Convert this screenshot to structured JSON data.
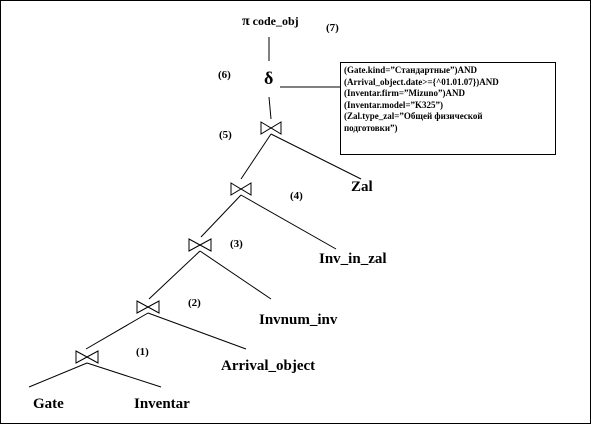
{
  "projection": {
    "symbol": "π",
    "attribute": "code_obj",
    "step": "(7)"
  },
  "selection": {
    "symbol": "δ",
    "step": "(6)",
    "conditions": [
      "(Gate.kind=”Стандартные”)AND",
      "(Arrival_object.date>={^01.01.07})AND",
      "(Inventar.firm=”Mizuno”)AND",
      "(Inventar.model=”K325”)",
      "(Zal.type_zal=”Общей физической",
      "подготовки”)"
    ]
  },
  "joins": [
    {
      "step": "(5)",
      "right": "Zal"
    },
    {
      "step": "(4)",
      "right": "Inv_in_zal"
    },
    {
      "step": "(3)",
      "right": "Invnum_inv"
    },
    {
      "step": "(2)",
      "right": "Arrival_object"
    },
    {
      "step": "(1)",
      "left": "Gate",
      "right": "Inventar"
    }
  ]
}
